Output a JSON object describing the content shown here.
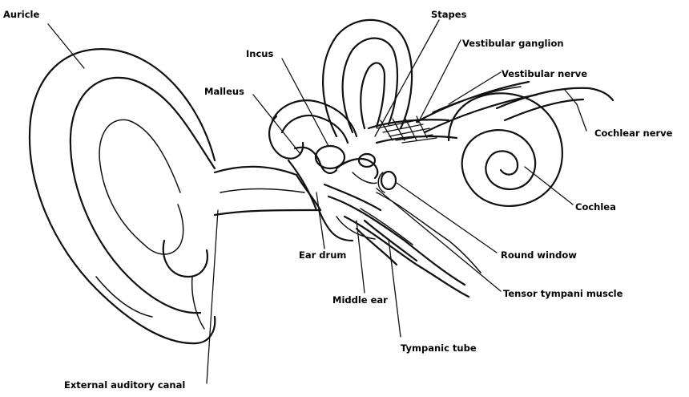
{
  "labels": {
    "auricle": "Auricle",
    "stapes": "Stapes",
    "incus": "Incus",
    "malleus": "Malleus",
    "vestibular_ganglion": "Vestibular ganglion",
    "vestibular_nerve": "Vestibular nerve",
    "cochlear_nerve": "Cochlear nerve",
    "cochlea": "Cochlea",
    "ear_drum": "Ear drum",
    "round_window": "Round window",
    "middle_ear": "Middle ear",
    "tensor_tympani_muscle": "Tensor tympani muscle",
    "tympanic_tube": "Tympanic tube",
    "external_auditory_canal": "External auditory canal"
  },
  "colors": {
    "ink": "#111111",
    "background": "#ffffff"
  }
}
